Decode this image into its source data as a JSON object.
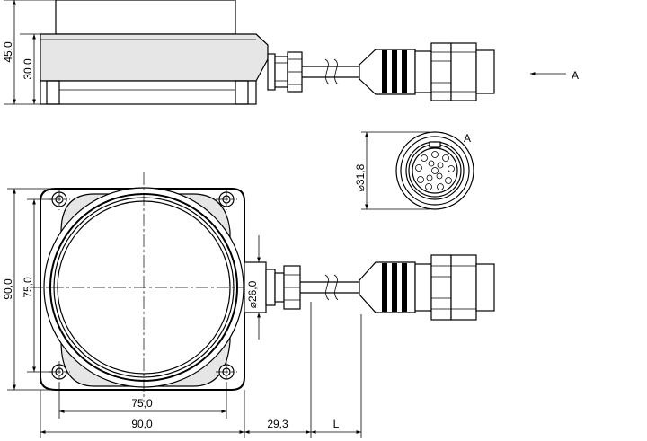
{
  "dimensions": {
    "side_height_total": "45,0",
    "side_height_body": "30,0",
    "front_height_outer": "90,0",
    "front_height_inner": "75,0",
    "front_width_inner": "75,0",
    "front_width_outer": "90,0",
    "connector_offset": "29,3",
    "cable_length": "L",
    "gland_diameter": "26,0",
    "connector_diameter": "31,8"
  },
  "view_labels": {
    "arrow_label": "A",
    "end_view_label": "A"
  },
  "symbols": {
    "diameter": "⌀"
  }
}
